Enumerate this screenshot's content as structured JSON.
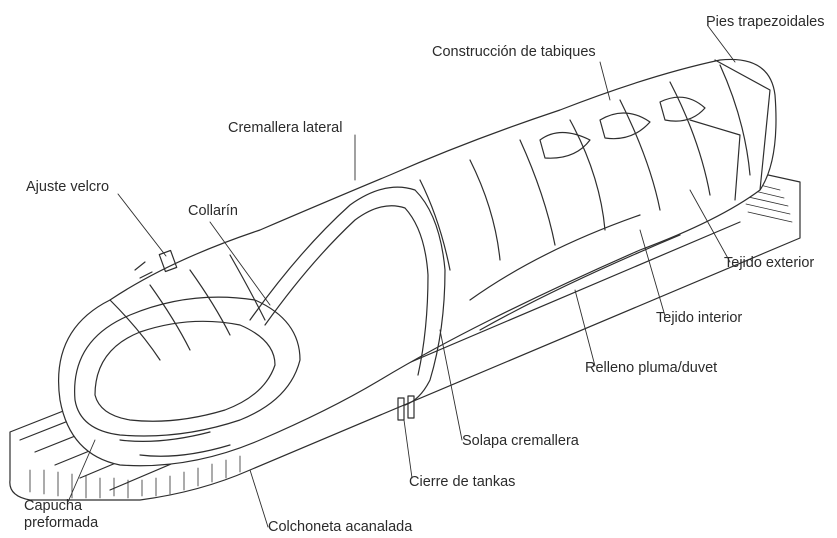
{
  "diagram": {
    "labels": {
      "pies_trapezoidales": "Pies trapezoidales",
      "construccion_tabiques": "Construcción de tabiques",
      "cremallera_lateral": "Cremallera lateral",
      "ajuste_velcro": "Ajuste velcro",
      "collarin": "Collarín",
      "tejido_exterior": "Tejido exterior",
      "tejido_interior": "Tejido interior",
      "relleno": "Relleno pluma/duvet",
      "solapa_cremallera": "Solapa cremallera",
      "cierre_tankas": "Cierre de tankas",
      "capucha_line1": "Capucha",
      "capucha_line2": "preformada",
      "colchoneta": "Colchoneta acanalada"
    }
  }
}
